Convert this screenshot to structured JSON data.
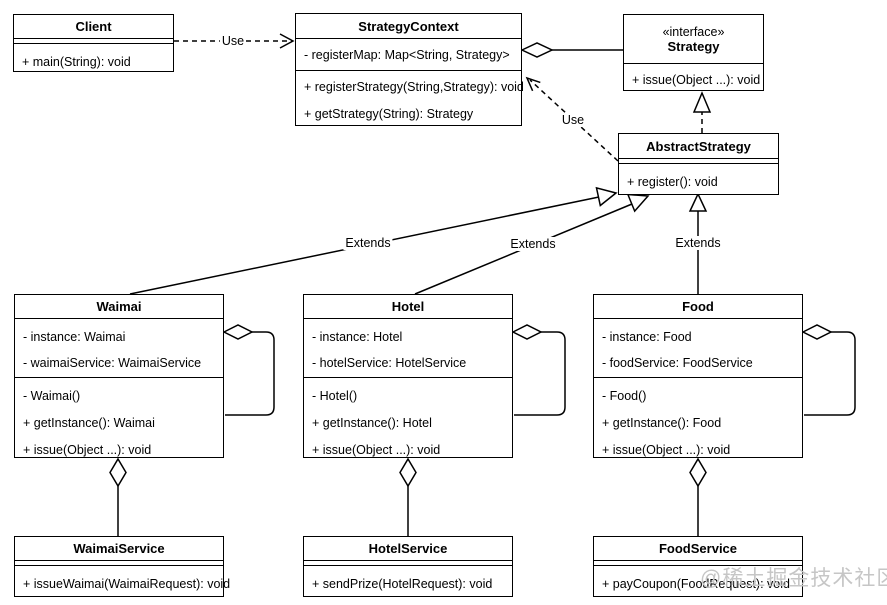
{
  "labels": {
    "client_use": "Use",
    "abstract_use": "Use",
    "waimai_extends": "Extends",
    "hotel_extends": "Extends",
    "food_extends": "Extends"
  },
  "watermark": {
    "text": "@稀土掘金技术社区"
  },
  "colors": {
    "line": "#000000",
    "box_background": "#ffffff",
    "watermark": "#c6c6c6"
  },
  "classes": {
    "client": {
      "title": "Client",
      "methods": [
        "+ main(String): void"
      ]
    },
    "strategy_context": {
      "title": "StrategyContext",
      "fields": [
        "- registerMap: Map<String, Strategy>"
      ],
      "methods": [
        "+ registerStrategy(String,Strategy): void",
        "+ getStrategy(String): Strategy"
      ]
    },
    "strategy": {
      "stereotype": "«interface»",
      "title": "Strategy",
      "methods": [
        "+ issue(Object ...): void"
      ]
    },
    "abstract_strategy": {
      "title": "AbstractStrategy",
      "methods": [
        "+ register(): void"
      ]
    },
    "waimai": {
      "title": "Waimai",
      "fields": [
        "- instance: Waimai",
        "- waimaiService: WaimaiService"
      ],
      "methods": [
        "- Waimai()",
        "+ getInstance(): Waimai",
        "+ issue(Object ...): void"
      ]
    },
    "hotel": {
      "title": "Hotel",
      "fields": [
        "- instance: Hotel",
        "- hotelService: HotelService"
      ],
      "methods": [
        "- Hotel()",
        "+ getInstance(): Hotel",
        "+ issue(Object ...): void"
      ]
    },
    "food": {
      "title": "Food",
      "fields": [
        "- instance: Food",
        "- foodService: FoodService"
      ],
      "methods": [
        "- Food()",
        "+ getInstance(): Food",
        "+ issue(Object ...): void"
      ]
    },
    "waimai_service": {
      "title": "WaimaiService",
      "methods": [
        "+ issueWaimai(WaimaiRequest): void"
      ]
    },
    "hotel_service": {
      "title": "HotelService",
      "methods": [
        "+ sendPrize(HotelRequest): void"
      ]
    },
    "food_service": {
      "title": "FoodService",
      "methods": [
        "+ payCoupon(FoodRequest): void"
      ]
    }
  }
}
